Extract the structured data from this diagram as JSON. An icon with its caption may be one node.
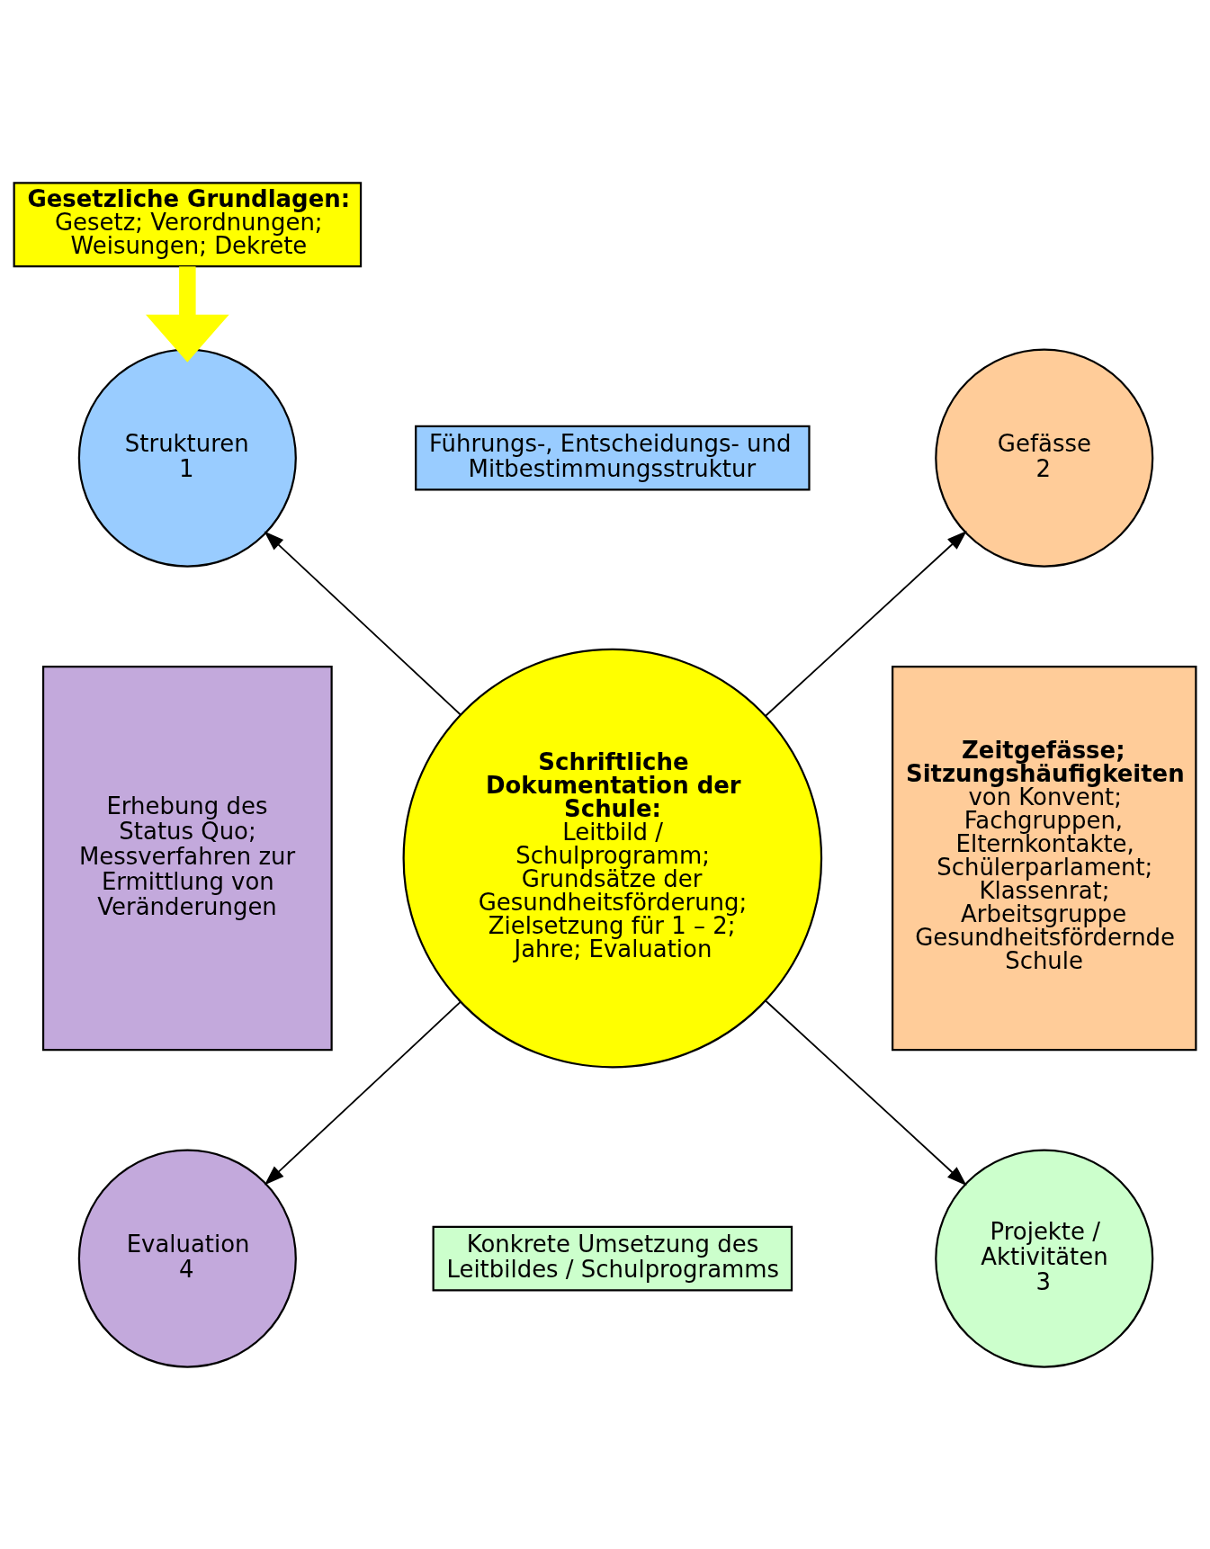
{
  "diagram": {
    "nodes": [
      {
        "text": [
          "Gesetzliche Grundlagen:",
          "Gesetz; Verordnungen; Weisungen; Dekrete"
        ]
      },
      {
        "text": [
          "Strukturen",
          "1"
        ]
      },
      {
        "text": [
          "Führungs-, Entscheidungs- und Mitbestimmungsstruktur"
        ]
      },
      {
        "text": [
          "Gefässe",
          "2"
        ]
      },
      {
        "text": [
          "Erhebung des Status Quo; Messverfahren zur Ermittlung von Veränderungen"
        ]
      },
      {
        "text": [
          "Schriftliche Dokumentation der Schule:",
          "Leitbild / Schulprogramm; Grundsätze der Gesundheitsförderung; Zielsetzung für 1 – 2; Jahre; Evaluation"
        ]
      },
      {
        "text": [
          "**Zeitgefässe; Sitzungshäufigkeiten** von Konvent; Fachgruppen, Elternkontakte, Schülerparlament; Klassenrat; Arbeitsgruppe Gesundheitsfördernde Schule"
        ]
      },
      {
        "text": [
          "Evaluation",
          "4"
        ]
      },
      {
        "text": [
          "Konkrete Umsetzung des Leitbildes / Schulprogramms"
        ]
      },
      {
        "text": [
          "Projekte / Aktivitäten",
          "3"
        ]
      }
    ],
    "edges": [
      {
        "from": 0,
        "to": 1,
        "arrow": "to",
        "style": "thick",
        "color": "#ffff00"
      },
      {
        "from": 5,
        "to": 1,
        "arrow": "to"
      },
      {
        "from": 5,
        "to": 3,
        "arrow": "to"
      },
      {
        "from": 5,
        "to": 7,
        "arrow": "to"
      },
      {
        "from": 5,
        "to": 9,
        "arrow": "to"
      }
    ]
  }
}
